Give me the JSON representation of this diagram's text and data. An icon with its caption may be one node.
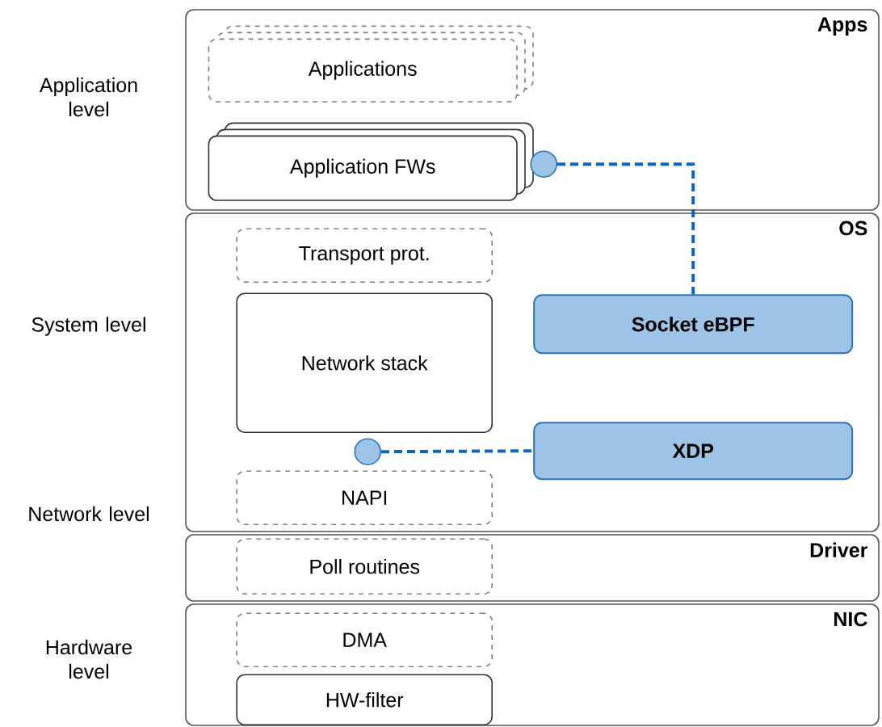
{
  "diagram": {
    "nodes": [
      {
        "text": [
          "Apps"
        ]
      },
      {
        "text": [
          "Applications"
        ],
        "in": 0
      },
      {
        "text": [
          "Application FWs"
        ],
        "in": 0
      },
      {
        "text": [],
        "shape": "circle",
        "in": 0
      },
      {
        "text": [
          "OS"
        ]
      },
      {
        "text": [
          "Transport prot."
        ],
        "in": 4
      },
      {
        "text": [
          "Network stack"
        ],
        "in": 4
      },
      {
        "text": [
          "Socket eBPF"
        ],
        "in": 4
      },
      {
        "text": [],
        "shape": "circle",
        "in": 4
      },
      {
        "text": [
          "XDP"
        ],
        "in": 4
      },
      {
        "text": [
          "NAPI"
        ],
        "in": 4
      },
      {
        "text": [
          "Driver"
        ]
      },
      {
        "text": [
          "Poll routines"
        ],
        "in": 11
      },
      {
        "text": [
          "NIC"
        ]
      },
      {
        "text": [
          "DMA"
        ],
        "in": 13
      },
      {
        "text": [
          "HW-filter"
        ],
        "in": 13
      }
    ],
    "edges": [
      {
        "from": 3,
        "to": 7,
        "arrow": "none",
        "style": "dashed",
        "color": "#0b66c3"
      },
      {
        "from": 8,
        "to": 9,
        "arrow": "none",
        "style": "dashed",
        "color": "#0b66c3"
      }
    ],
    "labels": [
      "Application level",
      "System level",
      "Network level",
      "Hardware level"
    ]
  }
}
